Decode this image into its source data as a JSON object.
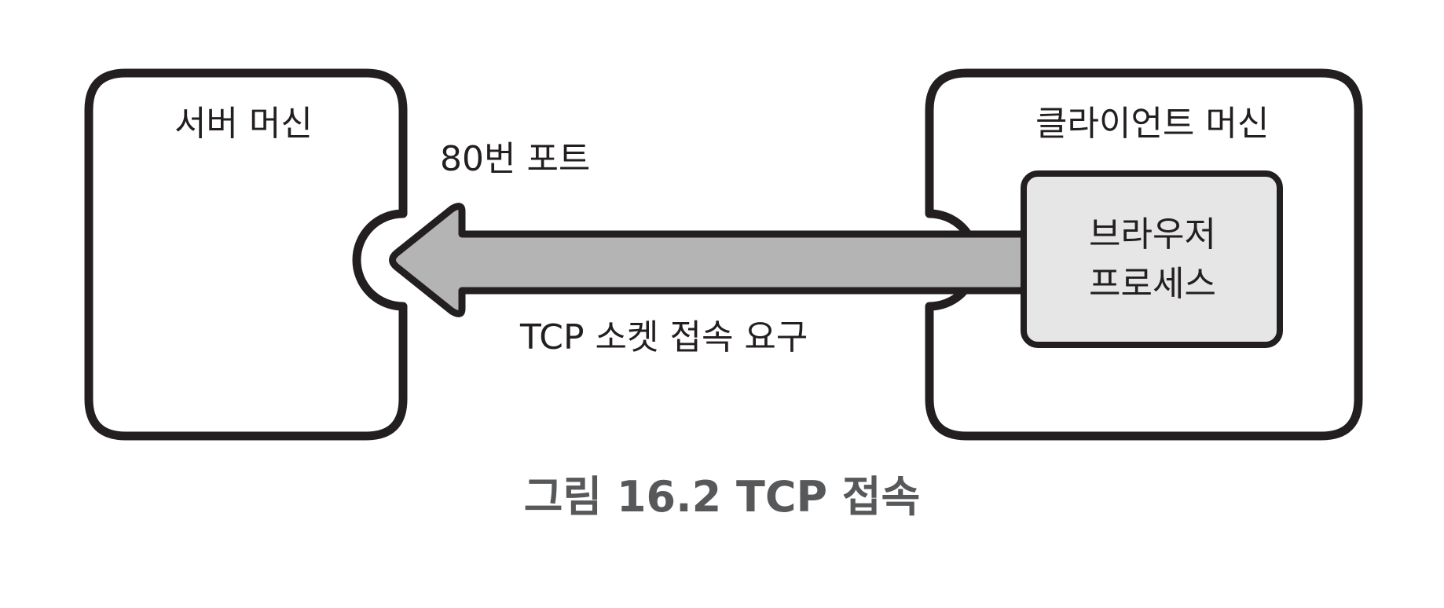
{
  "server": {
    "label": "서버 머신",
    "port_label": "80번 포트"
  },
  "client": {
    "label": "클라이언트 머신",
    "process_line1": "브라우저",
    "process_line2": "프로세스"
  },
  "connection": {
    "label": "TCP 소켓 접속 요구",
    "direction": "client-to-server"
  },
  "caption": "그림 16.2  TCP 접속",
  "colors": {
    "stroke": "#231f20",
    "arrow_fill": "#b3b4b3",
    "process_fill": "#e6e6e6",
    "caption": "#57585a"
  }
}
